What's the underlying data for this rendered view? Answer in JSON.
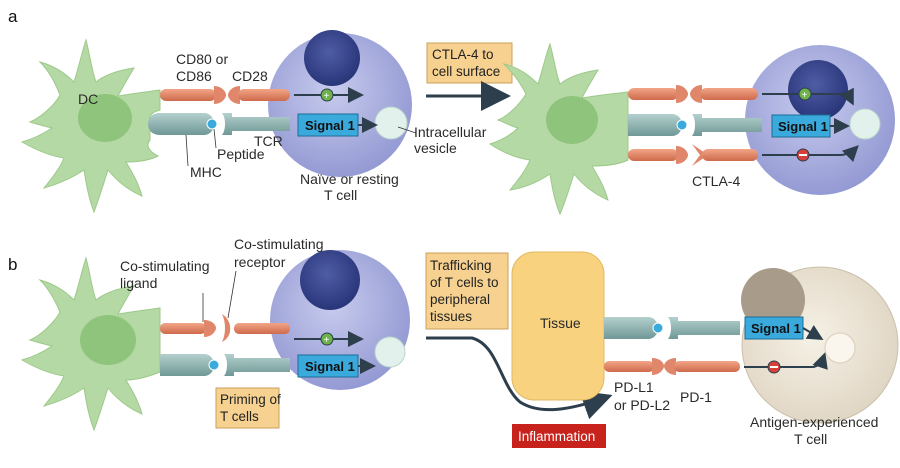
{
  "panels": {
    "a": "a",
    "b": "b"
  },
  "panel_a": {
    "dc": "DC",
    "cd80_line1": "CD80 or",
    "cd80_line2": "CD86",
    "cd28": "CD28",
    "tcr": "TCR",
    "peptide": "Peptide",
    "mhc": "MHC",
    "signal1": "Signal 1",
    "vesicle_line1": "Intracellular",
    "vesicle_line2": "vesicle",
    "tcell_line1": "Naïve or resting",
    "tcell_line2": "T cell",
    "ctla4_box_line1": "CTLA-4 to",
    "ctla4_box_line2": "cell surface",
    "signal1_right": "Signal 1",
    "ctla4": "CTLA-4"
  },
  "panel_b": {
    "ligand_line1": "Co-stimulating",
    "ligand_line2": "ligand",
    "receptor_line1": "Co-stimulating",
    "receptor_line2": "receptor",
    "signal1": "Signal 1",
    "priming_line1": "Priming of",
    "priming_line2": "T cells",
    "trafficking_line1": "Trafficking",
    "trafficking_line2": "of T cells to",
    "trafficking_line3": "peripheral",
    "trafficking_line4": "tissues",
    "tissue": "Tissue",
    "pdl_line1": "PD-L1",
    "pdl_line2": "or PD-L2",
    "pd1": "PD-1",
    "signal1_right": "Signal 1",
    "inflammation": "Inflammation",
    "exp_line1": "Antigen-experienced",
    "exp_line2": "T cell"
  },
  "colors": {
    "dc_fill": "#b5d9a4",
    "dc_nucleus": "#8fc47c",
    "tcell": "#a9aee0",
    "tcell_nucleus": "#3c4a8e",
    "vesicle": "#e3f1ec",
    "receptor_orange": "#e0866a",
    "receptor_teal": "#8fb2b0",
    "signal_box": "#3aa9dc",
    "note_box": "#f7d18f",
    "tissue": "#f8d27f",
    "inflammation": "#c8221c",
    "experienced_cell": "#ece3d3",
    "experienced_nucleus": "#a89b8a",
    "plus": "#6db24a",
    "minus": "#d6403a"
  }
}
